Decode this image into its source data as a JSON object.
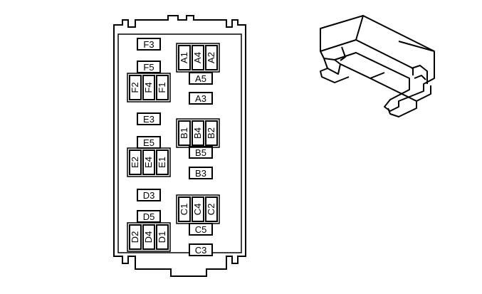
{
  "colors": {
    "line": "#000000",
    "background": "#ffffff"
  },
  "connector_face": {
    "groups": [
      {
        "id": "F",
        "horizontal": [
          "F3",
          "F5"
        ],
        "vertical": [
          "F2",
          "F4",
          "F1"
        ]
      },
      {
        "id": "A",
        "horizontal": [
          "A5",
          "A3"
        ],
        "vertical": [
          "A1",
          "A4",
          "A2"
        ]
      },
      {
        "id": "E",
        "horizontal": [
          "E3",
          "E5"
        ],
        "vertical": [
          "E2",
          "E4",
          "E1"
        ]
      },
      {
        "id": "B",
        "horizontal": [
          "B5",
          "B3"
        ],
        "vertical": [
          "B1",
          "B4",
          "B2"
        ]
      },
      {
        "id": "D",
        "horizontal": [
          "D3",
          "D5"
        ],
        "vertical": [
          "D2",
          "D4",
          "D1"
        ]
      },
      {
        "id": "C",
        "horizontal": [
          "C5",
          "C3"
        ],
        "vertical": [
          "C1",
          "C4",
          "C2"
        ]
      }
    ]
  },
  "connector_view": {
    "icon": "connector-isometric-icon"
  }
}
